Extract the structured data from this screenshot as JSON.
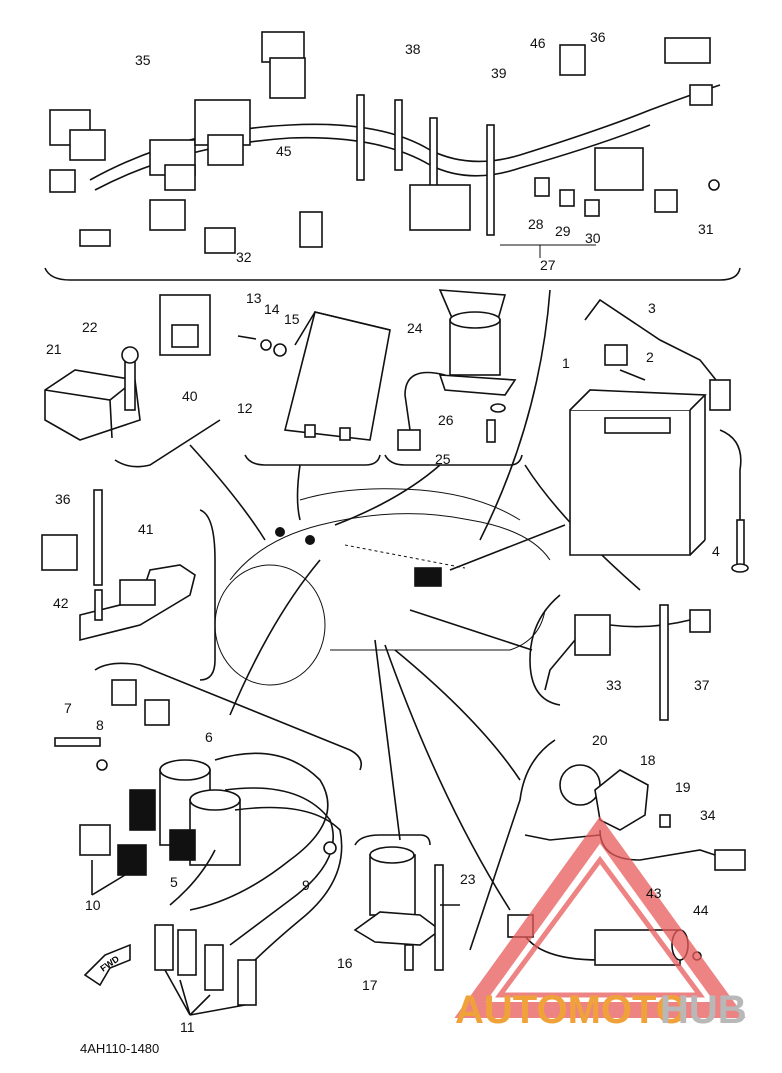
{
  "diagram": {
    "part_number": "4AH110-1480",
    "front_arrow": "FWD",
    "callouts": [
      "1",
      "2",
      "3",
      "4",
      "5",
      "6",
      "7",
      "8",
      "9",
      "10",
      "11",
      "12",
      "13",
      "14",
      "15",
      "16",
      "17",
      "18",
      "19",
      "20",
      "21",
      "22",
      "23",
      "24",
      "25",
      "26",
      "27",
      "28",
      "29",
      "30",
      "31",
      "32",
      "33",
      "34",
      "35",
      "36",
      "36",
      "37",
      "38",
      "39",
      "40",
      "41",
      "42",
      "43",
      "44",
      "45",
      "46"
    ]
  },
  "watermark": {
    "part_a": "AUTOMOTO",
    "part_b": "HUB",
    "logo_icon": "warning-triangle-icon",
    "colors": {
      "accent": "#f0a23a",
      "secondary": "#b8b8b8",
      "logo": "#e85a5a"
    }
  }
}
